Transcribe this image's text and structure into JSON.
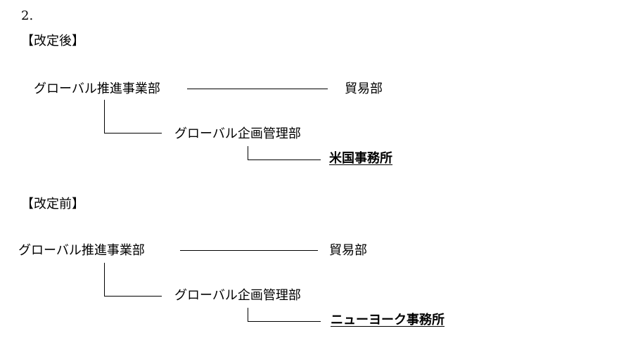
{
  "heading": {
    "number": "2."
  },
  "after": {
    "label": "【改定後】",
    "global_promotion": "グローバル推進事業部",
    "trade": "貿易部",
    "global_planning": "グローバル企画管理部",
    "office": "米国事務所"
  },
  "before": {
    "label": "【改定前】",
    "global_promotion": "グローバル推進事業部",
    "trade": "貿易部",
    "global_planning": "グローバル企画管理部",
    "office": "ニューヨーク事務所"
  }
}
